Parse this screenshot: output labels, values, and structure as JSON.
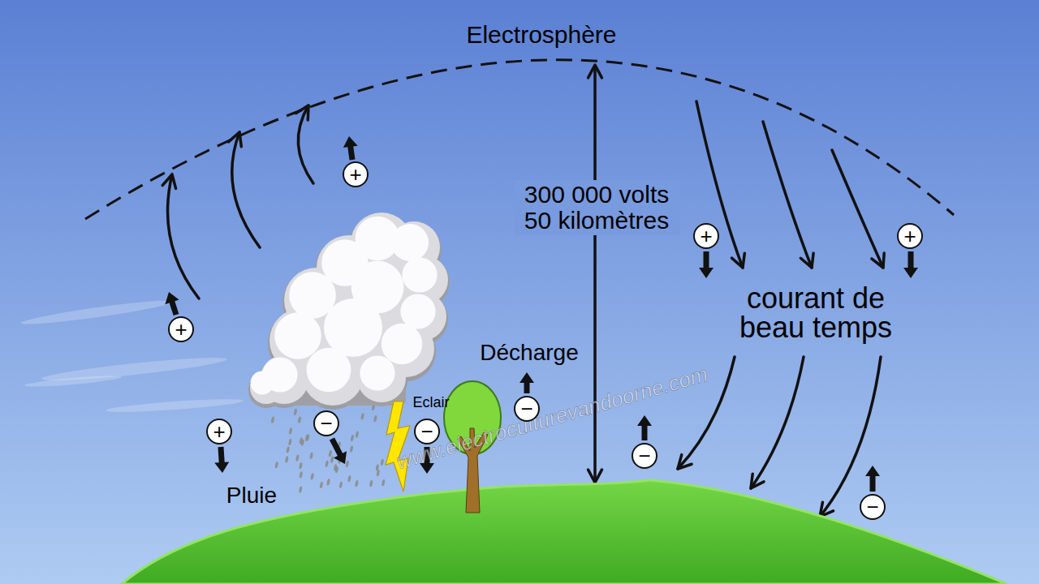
{
  "diagram": {
    "nodes": [
      {
        "text": [
          "+"
        ]
      },
      {
        "text": [
          "+"
        ]
      },
      {
        "text": [
          "+"
        ]
      },
      {
        "text": [
          "+"
        ]
      },
      {
        "text": [
          "−"
        ]
      },
      {
        "text": [
          "−"
        ]
      },
      {
        "text": [
          "+"
        ]
      },
      {
        "text": [
          "−"
        ]
      },
      {
        "text": [
          "−"
        ]
      },
      {
        "text": [
          "−"
        ]
      }
    ],
    "labels": [
      "Electrosphère",
      "300 000 volts 50 kilomètres",
      "courant de beau temps",
      "Décharge",
      "Eclair",
      "Pluie",
      "www.electroculturevandoorne.com"
    ]
  }
}
